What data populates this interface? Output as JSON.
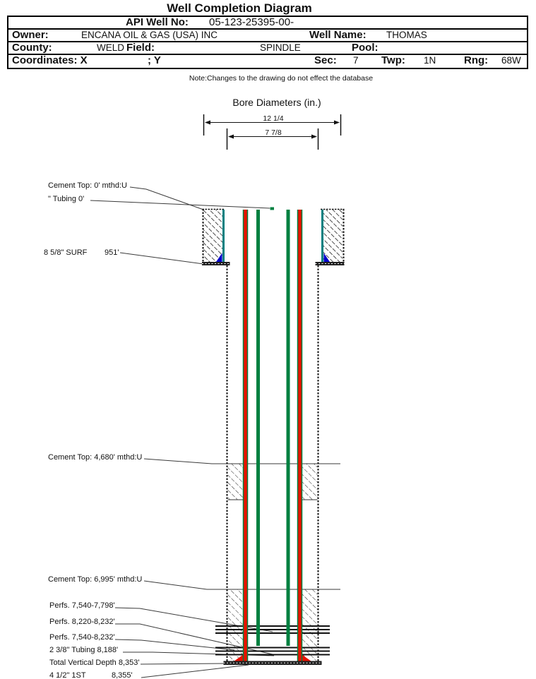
{
  "title": "Well Completion Diagram",
  "header": {
    "api_label": "API Well No:",
    "api_value": "05-123-25395-00-",
    "owner_label": "Owner:",
    "owner_value": "ENCANA OIL & GAS (USA) INC",
    "well_name_label": "Well Name:",
    "well_name_value": "THOMAS",
    "county_label": "County:",
    "county_value": "WELD",
    "field_label": "Field:",
    "field_value": "SPINDLE",
    "pool_label": "Pool:",
    "pool_value": "",
    "coordinates_label": "Coordinates: X",
    "y_label": "; Y",
    "sec_label": "Sec:",
    "sec_value": "7",
    "twp_label": "Twp:",
    "twp_value": "1N",
    "rng_label": "Rng:",
    "rng_value": "68W"
  },
  "note": "Note:Changes to the drawing do not effect the database",
  "bore_diameters": {
    "heading": "Bore Diameters (in.)",
    "outer": "12 1/4",
    "inner": "7 7/8"
  },
  "annotations": {
    "cement_top_0": "Cement Top: 0' mthd:U",
    "tubing_0": "\" Tubing 0'",
    "surf_casing": "8 5/8\" SURF",
    "surf_depth": "951'",
    "cement_top_4680": "Cement Top: 4,680' mthd:U",
    "cement_top_6995": "Cement Top: 6,995' mthd:U",
    "perfs_1": "Perfs. 7,540-7,798'",
    "perfs_2": "Perfs. 8,220-8,232'",
    "perfs_3": "Perfs. 7,540-8,232'",
    "tubing_8188": "2 3/8\" Tubing 8,188'",
    "tvd": "Total Vertical Depth 8,353'",
    "prod_casing": "4 1/2\" 1ST",
    "prod_depth": "8,355'"
  },
  "colors": {
    "casing_red": "#e81200",
    "tubing_green": "#008040",
    "surface_edge_teal": "#008080",
    "shoe_blue": "#0000cc",
    "line_black": "#111111",
    "leader_gray": "#3a3a3a"
  }
}
